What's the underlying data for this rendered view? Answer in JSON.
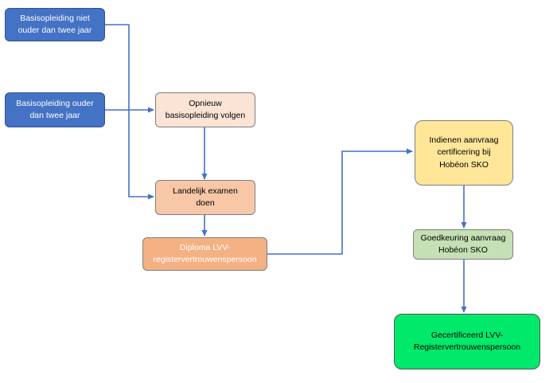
{
  "colors": {
    "connector": "#4472c4",
    "blue_box": "#4472c4",
    "peach_light_box": "#fbe3d6",
    "peach_mid_box": "#f7c7a8",
    "orange_box": "#f4b183",
    "yellow_box": "#ffe699",
    "sage_box": "#c5e0b4",
    "green_box": "#00e96a"
  },
  "nodes": {
    "basis_niet_ouder": "Basisopleiding niet\nouder dan twee jaar",
    "basis_ouder": "Basisopleiding ouder\ndan twee jaar",
    "opnieuw": "Opnieuw\nbasisopleiding volgen",
    "landelijk": "Landelijk examen\ndoen",
    "diploma": "Diploma LVV-\nregistervertrouwenspersoon",
    "indienen": "Indienen aanvraag\ncertificering bij\nHobéon SKO",
    "goedkeuring": "Goedkeuring aanvraag\nHobéon SKO",
    "gecertificeerd": "Gecertificeerd LVV-\nRegistervertrouwenspersoon"
  }
}
